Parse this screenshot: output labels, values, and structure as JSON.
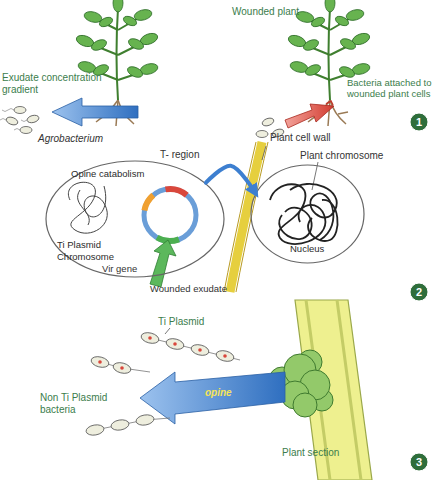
{
  "diagram": {
    "nodes": [
      {
        "text": [
          "1"
        ]
      },
      {
        "text": [
          "Opine catabolism",
          "Ti Plasmid",
          "Chromosome"
        ]
      },
      {
        "text": [
          "Nucleus"
        ]
      },
      {
        "text": [
          "2"
        ]
      },
      {
        "text": [
          "3"
        ]
      }
    ],
    "edges": [
      {
        "from": 1,
        "to": 2,
        "label": "T- region",
        "arrow": "to"
      }
    ],
    "labels": [
      "Wounded plant",
      "Exudate concentration gradient",
      "Agrobacterium",
      "Bacteria attached to wounded plant cells",
      "Plant cell wall",
      "Plant chromosome",
      "Vir gene",
      "Wounded exudate",
      "Ti Plasmid",
      "opine",
      "Non Ti Plasmid bacteria",
      "Plant section"
    ]
  }
}
